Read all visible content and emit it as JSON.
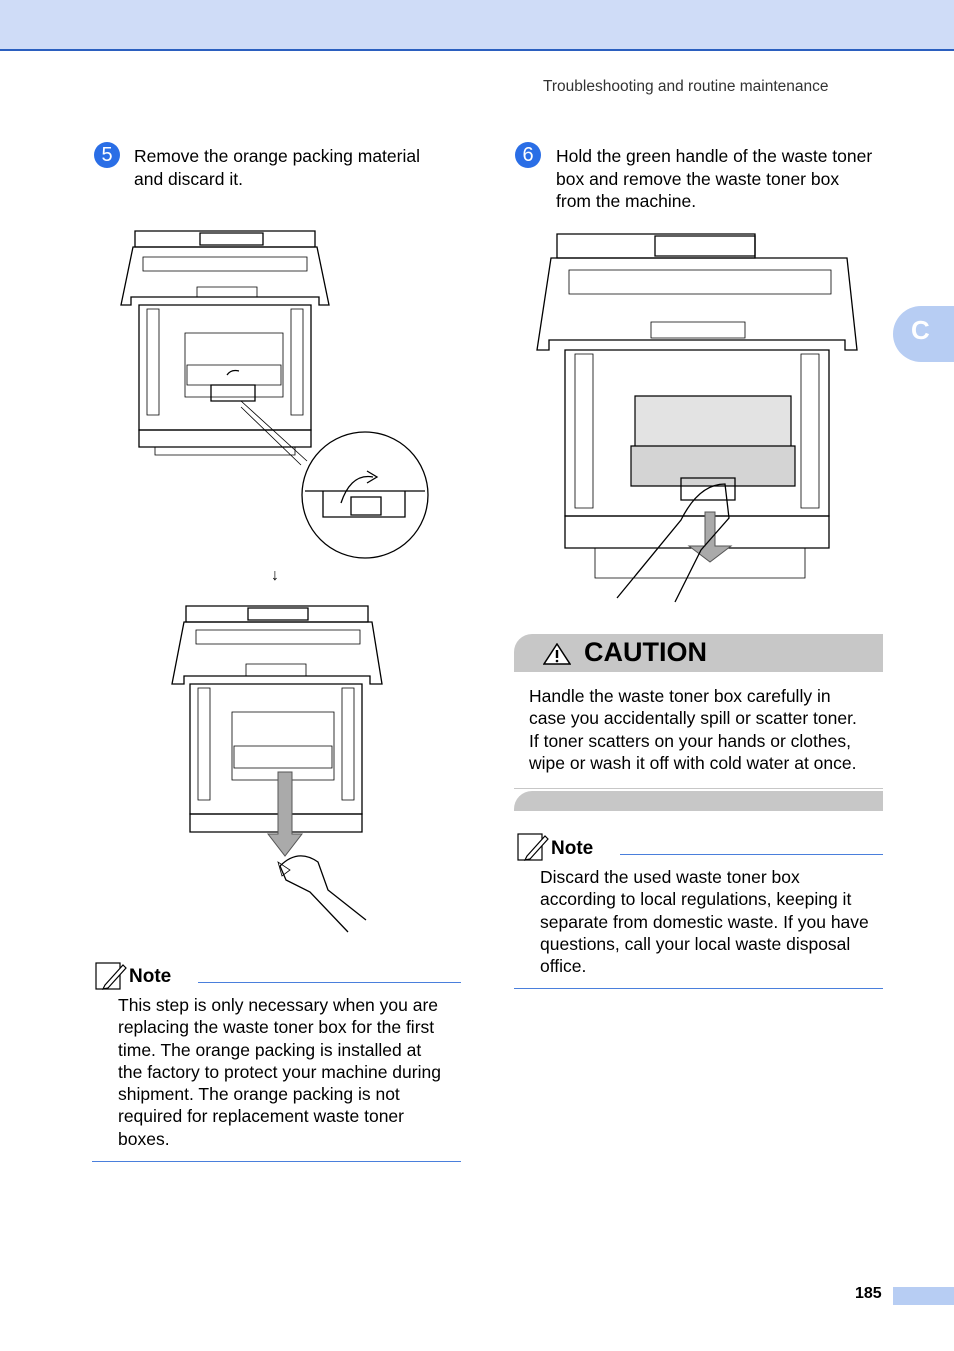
{
  "header": {
    "title": "Troubleshooting and routine maintenance"
  },
  "side_tab": {
    "label": "C"
  },
  "steps": [
    {
      "number": "5",
      "text_line1": "Remove the orange packing material",
      "text_line2": "and discard it."
    },
    {
      "number": "6",
      "text_line1": "Hold the green handle of the waste toner",
      "text_line2": "box and remove the waste toner box",
      "text_line3": "from the machine."
    }
  ],
  "arrow_glyph": "↓",
  "note_left": {
    "heading": "Note",
    "lines": [
      "This step is only necessary when you are",
      "replacing the waste toner box for the first",
      "time. The orange packing is installed at",
      "the factory to protect your machine during",
      "shipment. The orange packing is not",
      "required for replacement waste toner",
      "boxes."
    ]
  },
  "caution": {
    "title": "CAUTION",
    "lines": [
      "Handle the waste toner box carefully in",
      "case you accidentally spill or scatter toner.",
      "If toner scatters on your hands or clothes,",
      "wipe or wash it off with cold water at once."
    ]
  },
  "note_right": {
    "heading": "Note",
    "lines": [
      "Discard the used waste toner box",
      "according to local regulations, keeping it",
      "separate from domestic waste. If you have",
      "questions, call your local waste disposal",
      "office."
    ]
  },
  "footer": {
    "page_number": "185"
  },
  "colors": {
    "accent": "#2a6ee6",
    "header_band": "#cfdcf7",
    "caution_gray": "#c7c7c7"
  }
}
